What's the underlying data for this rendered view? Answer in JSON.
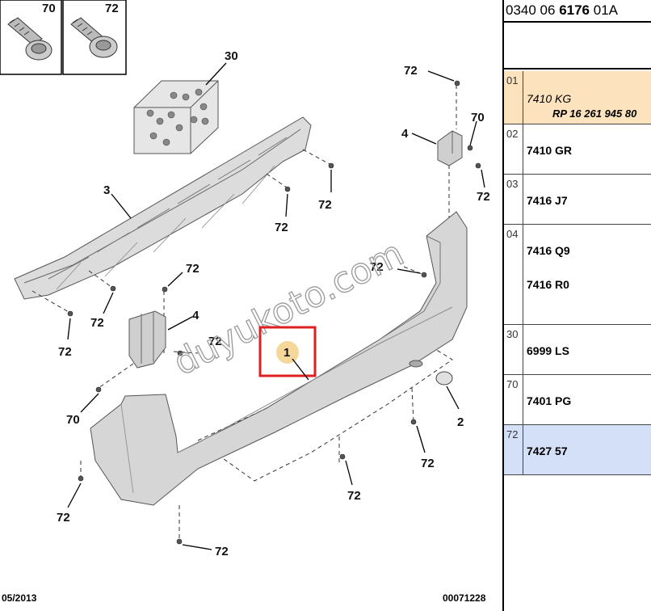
{
  "reference": {
    "prefix": "0340 06 ",
    "bold": "6176",
    "suffix": " 01A"
  },
  "callouts": {
    "c70": "70",
    "c72": "72",
    "c30": "30",
    "c3": "3",
    "c4": "4",
    "c1": "1",
    "c2": "2"
  },
  "watermark": "duyukoto.com",
  "footer": {
    "date": "05/2013",
    "drawing_no": "00071228"
  },
  "rows": [
    {
      "code": "01",
      "line1": "7410 KG",
      "line2": "RP 16 261 945 80"
    },
    {
      "code": "02",
      "line1": "7410 GR"
    },
    {
      "code": "03",
      "line1": "7416 J7"
    },
    {
      "code": "04",
      "line1": "7416 Q9",
      "line2": "7416 R0"
    },
    {
      "code": "30",
      "line1": "6999 LS"
    },
    {
      "code": "70",
      "line1": "7401 PG"
    },
    {
      "code": "72",
      "line1": "7427 57"
    }
  ],
  "colors": {
    "highlight_orange": "#fde3bd",
    "highlight_blue": "#d4e0f8",
    "callout_box": "#e02020",
    "callout_circle": "#f5d79a"
  }
}
